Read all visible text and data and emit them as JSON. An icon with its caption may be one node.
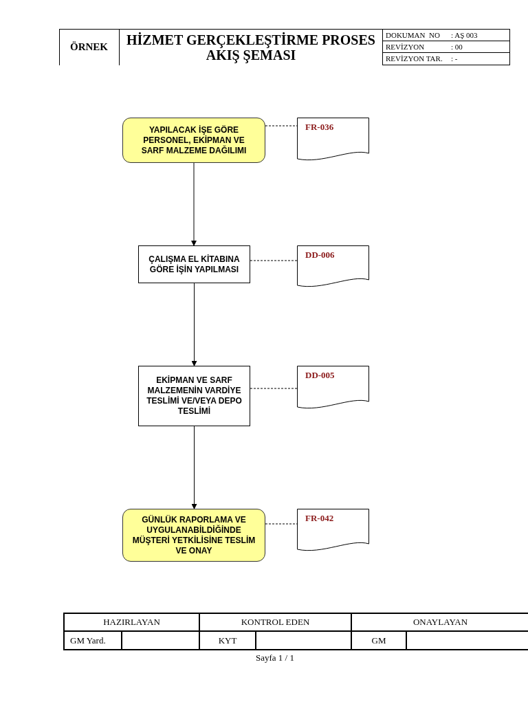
{
  "diagram": {
    "title": "HİZMET GERÇEKLEŞTİRME PROSES AKIŞ ŞEMASI",
    "nodes": [
      {
        "text": [
          "YAPILACAK İŞE GÖRE PERSONEL, EKİPMAN VE SARF MALZEME DAĞILIMI"
        ]
      },
      {
        "text": [
          "FR-036"
        ]
      },
      {
        "text": [
          "ÇALIŞMA EL KİTABINA GÖRE İŞİN YAPILMASI"
        ]
      },
      {
        "text": [
          "DD-006"
        ]
      },
      {
        "text": [
          "EKİPMAN VE SARF MALZEMENİN VARDİYE TESLİMİ VE/VEYA DEPO TESLİMİ"
        ]
      },
      {
        "text": [
          "DD-005"
        ]
      },
      {
        "text": [
          "GÜNLÜK RAPORLAMA VE UYGULANABİLDİĞİNDE MÜŞTERİ YETKİLİSİNE TESLİM VE ONAY"
        ]
      },
      {
        "text": [
          "FR-042"
        ]
      }
    ],
    "edges": [
      {
        "from": 0,
        "to": 2,
        "arrow": "to"
      },
      {
        "from": 2,
        "to": 4,
        "arrow": "to"
      },
      {
        "from": 4,
        "to": 6,
        "arrow": "to"
      },
      {
        "from": 0,
        "to": 1,
        "arrow": "none",
        "style": "dashed"
      },
      {
        "from": 2,
        "to": 3,
        "arrow": "none",
        "style": "dashed"
      },
      {
        "from": 4,
        "to": 5,
        "arrow": "none",
        "style": "dashed"
      },
      {
        "from": 6,
        "to": 7,
        "arrow": "none",
        "style": "dashed"
      }
    ],
    "labels": [
      "ÖRNEK",
      "DOKUMAN  NO",
      ": AŞ 003",
      "REVİZYON",
      ": 00",
      "REVİZYON TAR.",
      ": -",
      "HAZIRLAYAN",
      "KONTROL EDEN",
      "ONAYLAYAN",
      "GM Yard.",
      "KYT",
      "GM",
      "Sayfa 1 / 1"
    ]
  }
}
